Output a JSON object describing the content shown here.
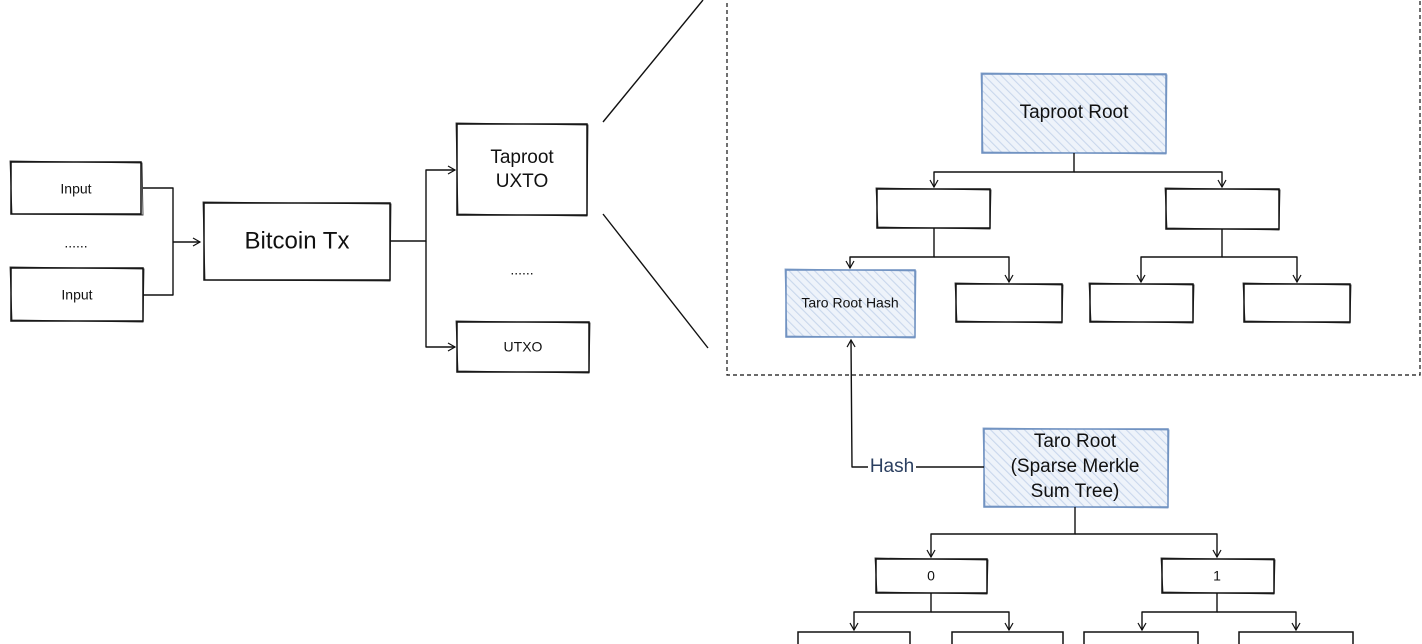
{
  "colors": {
    "stroke": "#111111",
    "highlight_stroke": "#6c8ebf",
    "highlight_hatch": "#c9d7ec",
    "hash_label": "#2b3f60",
    "background": "#ffffff"
  },
  "icons": {
    "arrowhead": "open-arrowhead-icon"
  },
  "tx": {
    "input_top": "Input",
    "input_ellipsis": "......",
    "input_bottom": "Input",
    "bitcoin_tx": "Bitcoin Tx",
    "taproot_utxo_line1": "Taproot",
    "taproot_utxo_line2": "UXTO",
    "output_ellipsis": "......",
    "utxo": "UTXO"
  },
  "taproot_tree": {
    "root": "Taproot Root",
    "taro_root_hash": "Taro Root Hash"
  },
  "taro_tree": {
    "root_line1": "Taro Root",
    "root_line2": "(Sparse Merkle",
    "root_line3": "Sum Tree)",
    "hash_edge_label": "Hash",
    "child_left": "0",
    "child_right": "1"
  }
}
